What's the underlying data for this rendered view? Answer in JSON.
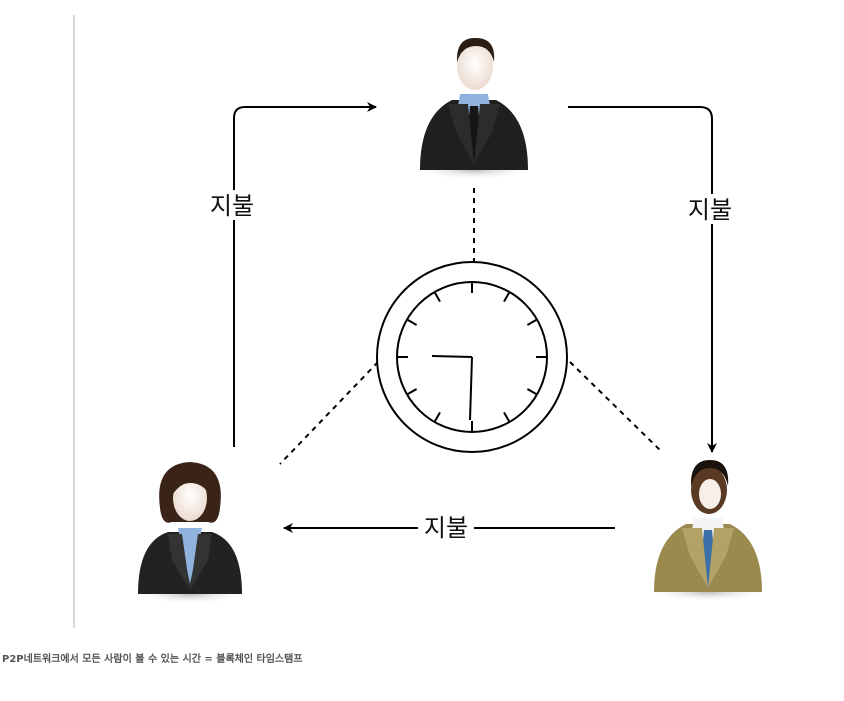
{
  "diagram": {
    "edge_labels": {
      "top_left_to_top": "지불",
      "top_to_right": "지불",
      "right_to_left": "지불"
    },
    "nodes": [
      "businessman-blue-shirt",
      "businesswoman",
      "businessman-tan-suit",
      "clock"
    ],
    "colors": {
      "line": "#000000",
      "divider": "#cccccc",
      "suit_dark": "#1f1f1f",
      "suit_tan": "#9a8a4e",
      "tie_blue": "#3d6fa8",
      "shirt_blue": "#8fb3dd"
    }
  },
  "caption": "P2P네트워크에서 모든 사람이 볼 수 있는 시간 = 블록체인 타임스탬프"
}
